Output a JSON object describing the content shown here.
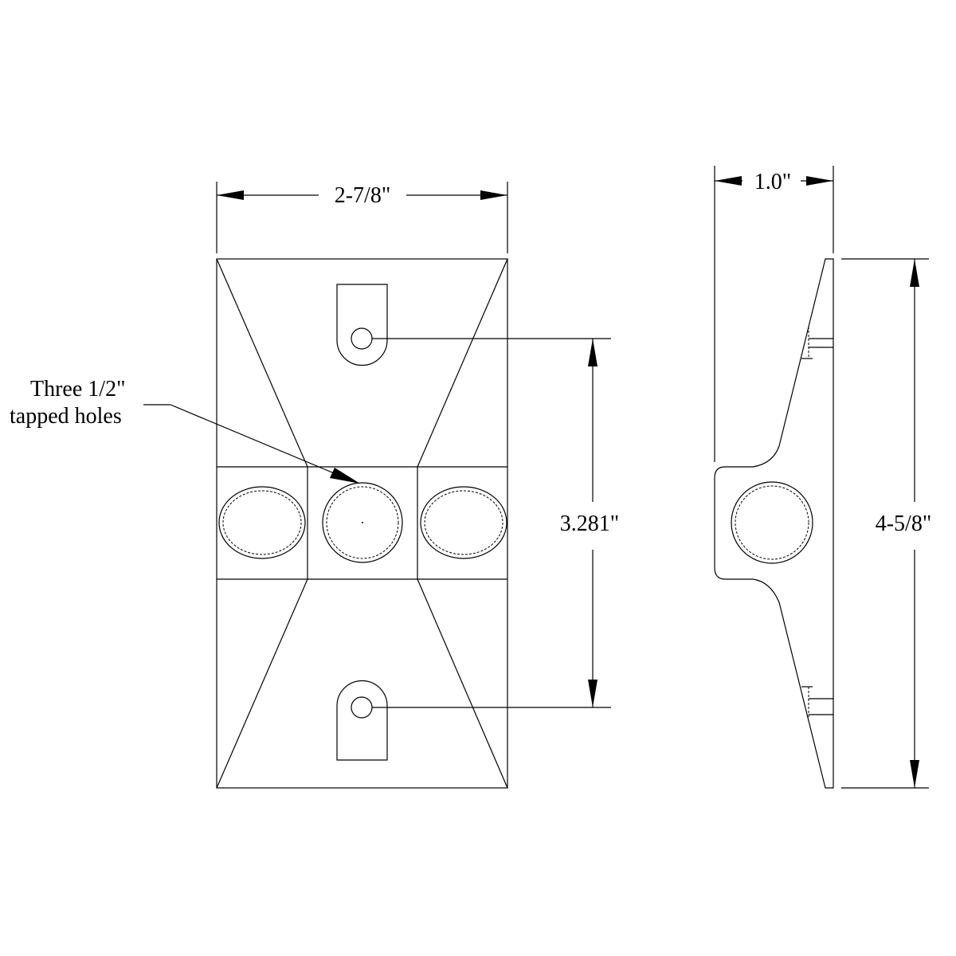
{
  "dimensions": {
    "width_front": "2-7/8\"",
    "width_side": "1.0\"",
    "hole_spacing": "3.281\"",
    "height": "4-5/8\""
  },
  "note": {
    "line1": "Three 1/2\"",
    "line2": "tapped holes"
  }
}
